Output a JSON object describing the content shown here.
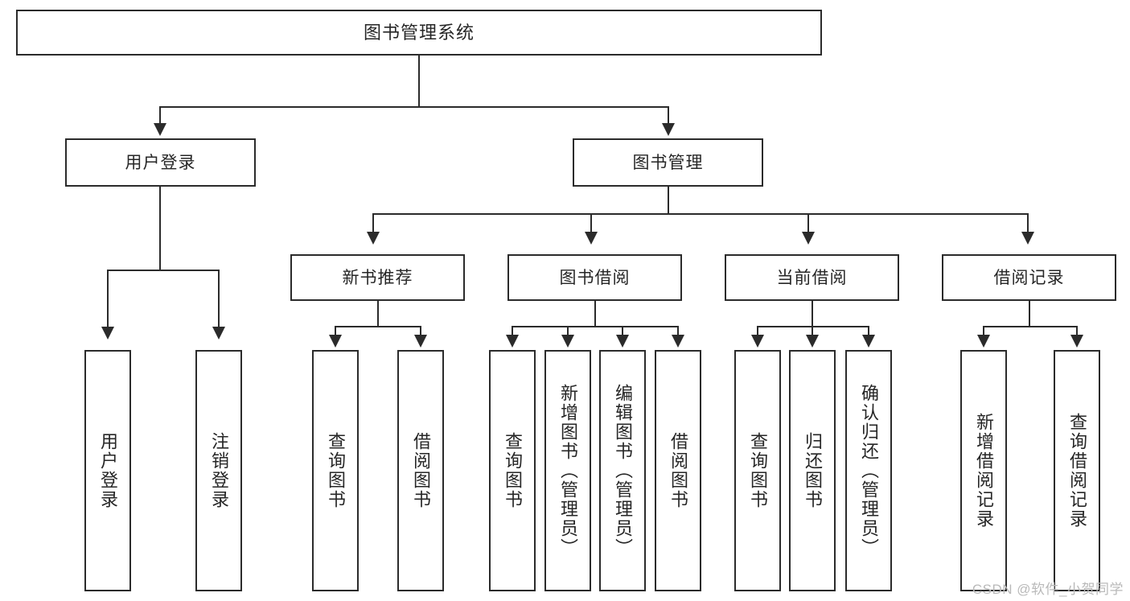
{
  "diagram": {
    "type": "tree-hierarchy-chart",
    "title": "图书管理系统",
    "watermark": "CSDN @软件_小贺同学",
    "colors": {
      "stroke": "#2b2b2b",
      "fill": "#ffffff",
      "text": "#262626",
      "watermark": "#b9b9b9"
    },
    "root": {
      "label": "图书管理系统"
    },
    "level2": [
      {
        "label": "用户登录"
      },
      {
        "label": "图书管理"
      }
    ],
    "level3": [
      {
        "label": "新书推荐"
      },
      {
        "label": "图书借阅"
      },
      {
        "label": "当前借阅"
      },
      {
        "label": "借阅记录"
      }
    ],
    "leaves": {
      "user_login": [
        {
          "label": "用户登录"
        },
        {
          "label": "注销登录"
        }
      ],
      "new_book_recommend": [
        {
          "label": "查询图书"
        },
        {
          "label": "借阅图书"
        }
      ],
      "book_borrow": [
        {
          "label": "查询图书"
        },
        {
          "label": "新增图书（管理员）"
        },
        {
          "label": "编辑图书（管理员）"
        },
        {
          "label": "借阅图书"
        }
      ],
      "current_borrow": [
        {
          "label": "查询图书"
        },
        {
          "label": "归还图书"
        },
        {
          "label": "确认归还（管理员）"
        }
      ],
      "borrow_record": [
        {
          "label": "新增借阅记录"
        },
        {
          "label": "查询借阅记录"
        }
      ]
    }
  }
}
